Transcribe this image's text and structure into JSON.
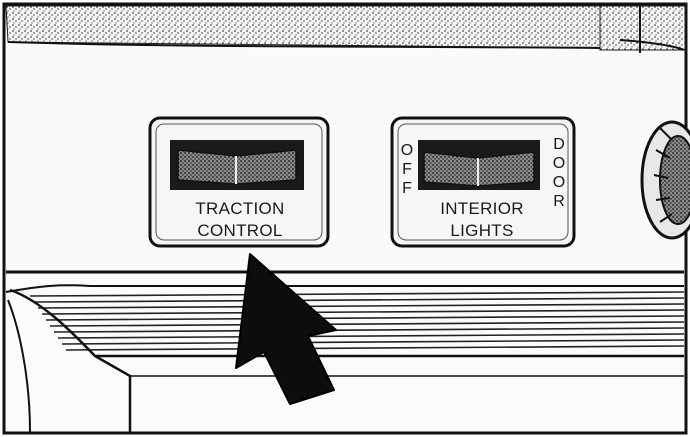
{
  "switches": {
    "traction": {
      "line1": "TRACTION",
      "line2": "CONTROL"
    },
    "interior": {
      "line1": "INTERIOR",
      "line2": "LIGHTS",
      "left_letters": [
        "O",
        "F",
        "F"
      ],
      "right_letters": [
        "D",
        "O",
        "O",
        "R"
      ]
    }
  },
  "icons": {
    "pointer": "pointer-arrow-icon"
  }
}
